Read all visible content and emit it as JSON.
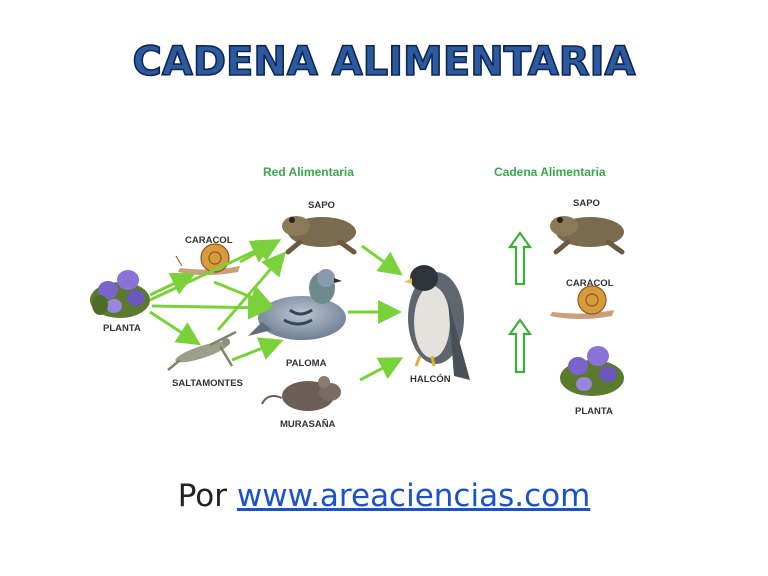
{
  "title": "CADENA ALIMENTARIA",
  "food_web": {
    "heading": "Red Alimentaria",
    "labels": {
      "sapo": "SAPO",
      "caracol": "CARACOL",
      "planta": "PLANTA",
      "paloma": "PALOMA",
      "saltamontes": "SALTAMONTES",
      "halcon": "HALCÓN",
      "murasana": "MURASAÑA"
    }
  },
  "food_chain": {
    "heading": "Cadena Alimentaria",
    "labels": {
      "sapo": "SAPO",
      "caracol": "CARACOL",
      "planta": "PLANTA"
    }
  },
  "footer": {
    "prefix": "Por",
    "link_text": "www.areaciencias.com"
  },
  "colors": {
    "title_fill": "#2b4f8c",
    "arrow": "#6fcf3a",
    "heading": "#3aa84a",
    "link": "#1a53c9"
  }
}
